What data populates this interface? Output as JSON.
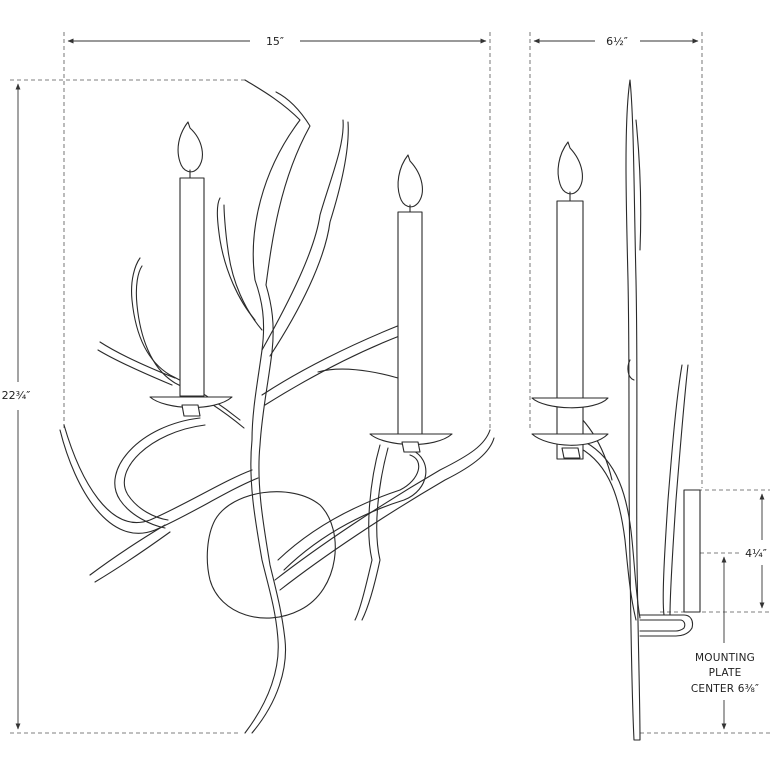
{
  "dimensions": {
    "width": "15″",
    "depth": "6½″",
    "height": "22¾″",
    "backplate_height": "4¼″"
  },
  "mounting_note": {
    "line1": "MOUNTING",
    "line2": "PLATE",
    "line3": "CENTER 6⅜″"
  },
  "colors": {
    "line": "#2a2a2a",
    "guide": "#555555"
  }
}
